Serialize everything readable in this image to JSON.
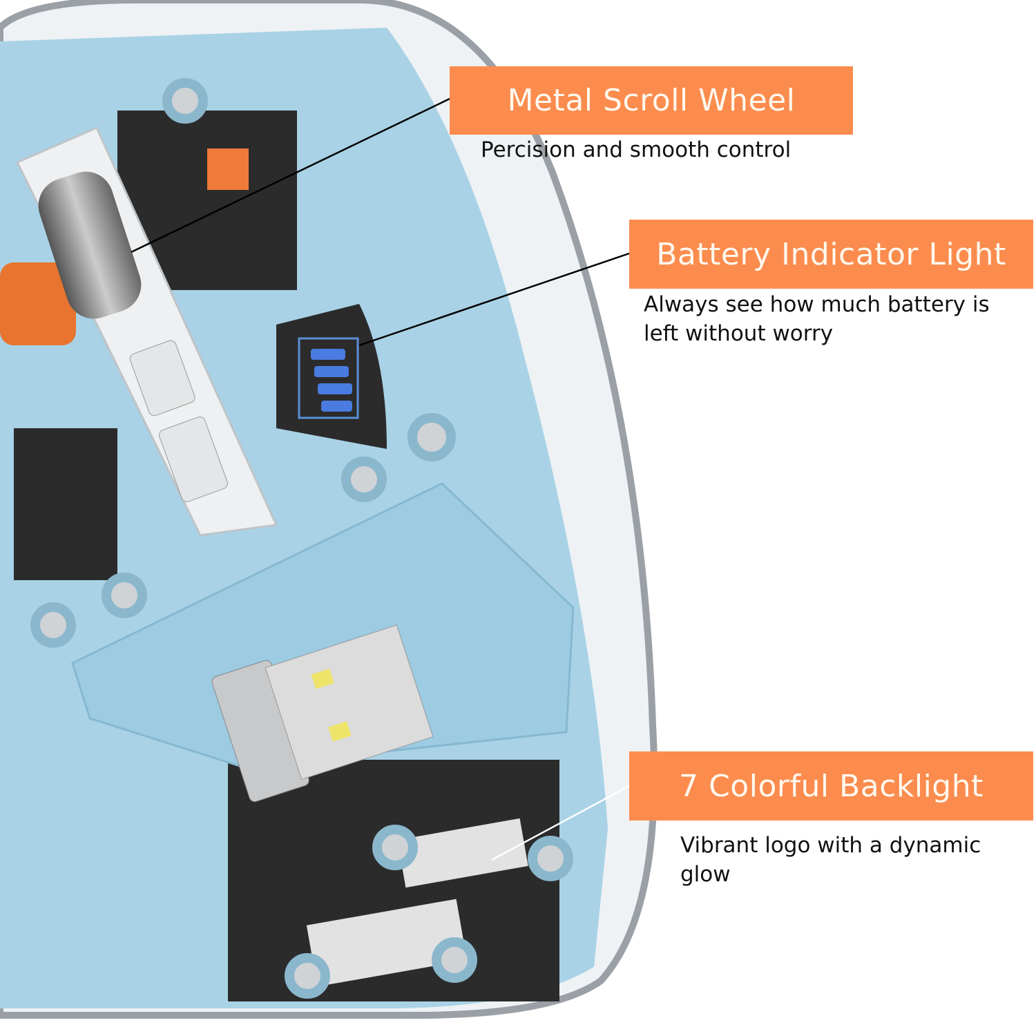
{
  "colors": {
    "accent": "#fb8c4e",
    "mouse_frame": "#a9d2e6",
    "text": "#111111"
  },
  "features": [
    {
      "title": "Metal Scroll Wheel",
      "description": "Percision and smooth control"
    },
    {
      "title": "Battery Indicator Light",
      "description": "Always see how much battery is left without worry"
    },
    {
      "title": "7 Colorful Backlight",
      "description": "Vibrant logo with a dynamic glow"
    }
  ]
}
